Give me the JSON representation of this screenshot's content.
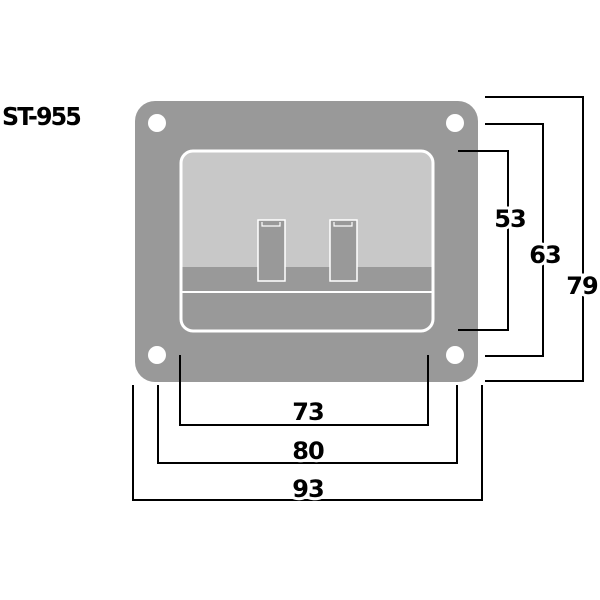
{
  "title": "ST-955",
  "dimensions": {
    "inner_height": "53",
    "hole_spacing_vertical": "63",
    "overall_height": "79",
    "inner_width": "73",
    "hole_spacing_horizontal": "80",
    "overall_width": "93"
  },
  "colors": {
    "plate": "#999999",
    "window": "#c8c8c8",
    "outline": "#ffffff",
    "lines": "#000000"
  }
}
